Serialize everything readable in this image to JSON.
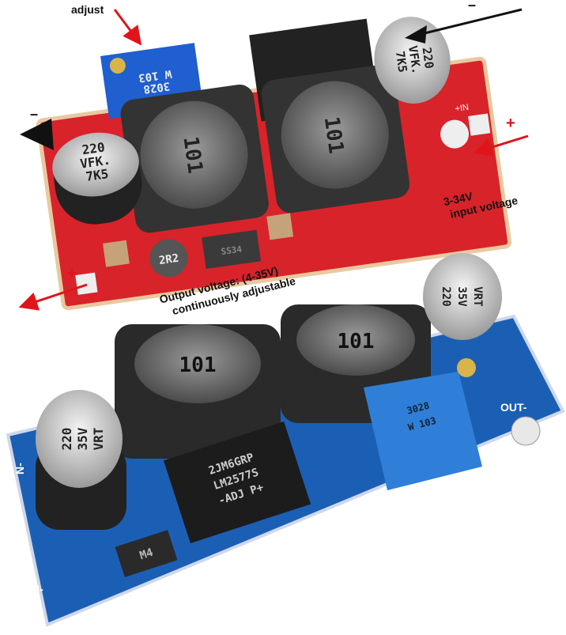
{
  "annotations": {
    "adjust": "adjust",
    "input_voltage_range": "3-34V",
    "input_voltage_label": "input voltage",
    "output_voltage_line1": "Output voltage: (4-35V)",
    "output_voltage_line2": "continuously adjustable",
    "minus_left": "–",
    "minus_right": "–",
    "plus_input": "+",
    "plus_output": "+"
  },
  "board_top": {
    "color": "#d8232a",
    "inductor_marking": "101",
    "cap_left": [
      "220",
      "VFK.",
      "7K5"
    ],
    "cap_right": [
      "220",
      "VFK.",
      "7K5"
    ],
    "pot_marking": [
      "W 103",
      "3028"
    ],
    "small_inductor": "2R2",
    "diode_marking": "SS34",
    "pad_label": "+IN"
  },
  "board_bottom": {
    "color": "#1b5fb5",
    "inductor_marking": "101",
    "cap_left": [
      "220",
      "35V",
      "VRT"
    ],
    "cap_right": [
      "220",
      "35V",
      "VRT"
    ],
    "chip_marking": [
      "2JM6GRP",
      "LM2577S",
      "-ADJ P+"
    ],
    "pot_marking": [
      "W 103",
      "3028"
    ],
    "diode_marking": "M4",
    "out_label": "OUT-",
    "in_label": "N-"
  },
  "colors": {
    "arrow_red": "#e0141b",
    "arrow_black": "#111111"
  }
}
